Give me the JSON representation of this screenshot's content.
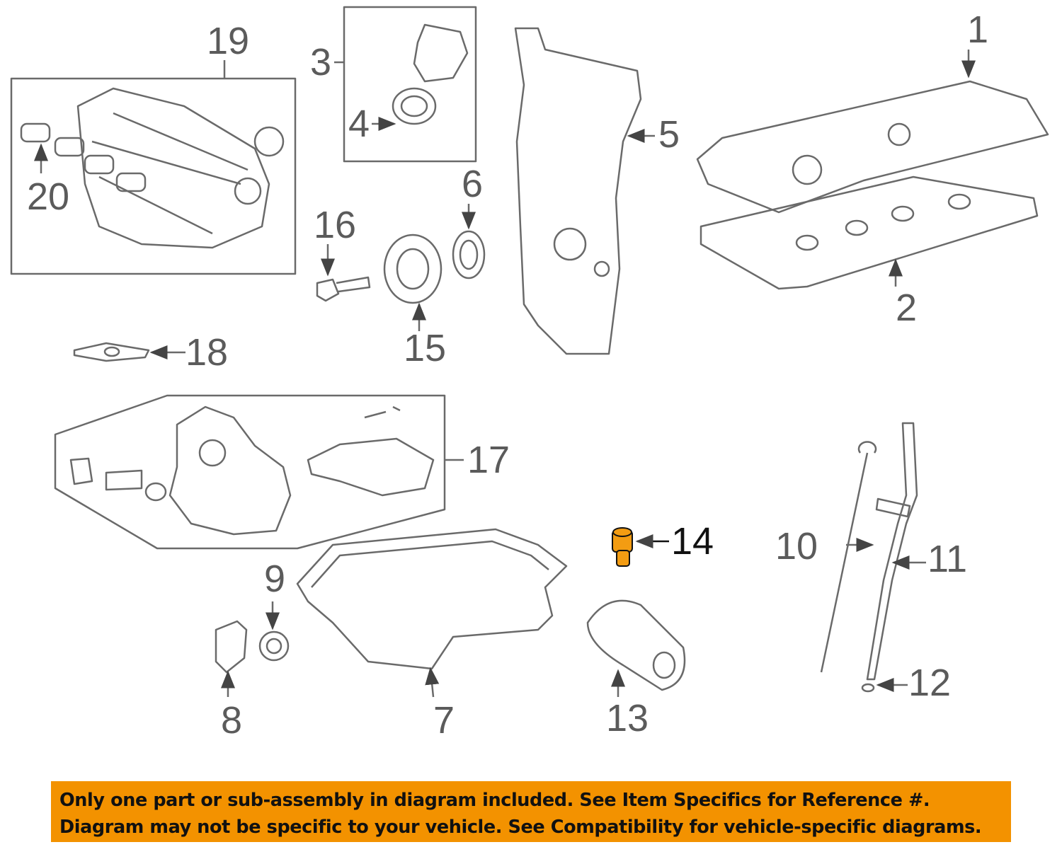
{
  "diagram": {
    "callouts": [
      {
        "id": "1",
        "label": "1"
      },
      {
        "id": "2",
        "label": "2"
      },
      {
        "id": "3",
        "label": "3"
      },
      {
        "id": "4",
        "label": "4"
      },
      {
        "id": "5",
        "label": "5"
      },
      {
        "id": "6",
        "label": "6"
      },
      {
        "id": "7",
        "label": "7"
      },
      {
        "id": "8",
        "label": "8"
      },
      {
        "id": "9",
        "label": "9"
      },
      {
        "id": "10",
        "label": "10"
      },
      {
        "id": "11",
        "label": "11"
      },
      {
        "id": "12",
        "label": "12"
      },
      {
        "id": "13",
        "label": "13"
      },
      {
        "id": "14",
        "label": "14"
      },
      {
        "id": "15",
        "label": "15"
      },
      {
        "id": "16",
        "label": "16"
      },
      {
        "id": "17",
        "label": "17"
      },
      {
        "id": "18",
        "label": "18"
      },
      {
        "id": "19",
        "label": "19"
      },
      {
        "id": "20",
        "label": "20"
      }
    ],
    "highlighted_part": "14",
    "highlight_color": "#f39c12",
    "line_color": "#6a6a6a"
  },
  "banner": {
    "line1": "Only one part or sub-assembly in diagram included. See Item Specifics for Reference #.",
    "line2": "Diagram may not be specific to your vehicle. See Compatibility for vehicle-specific diagrams.",
    "background": "#f39200"
  }
}
